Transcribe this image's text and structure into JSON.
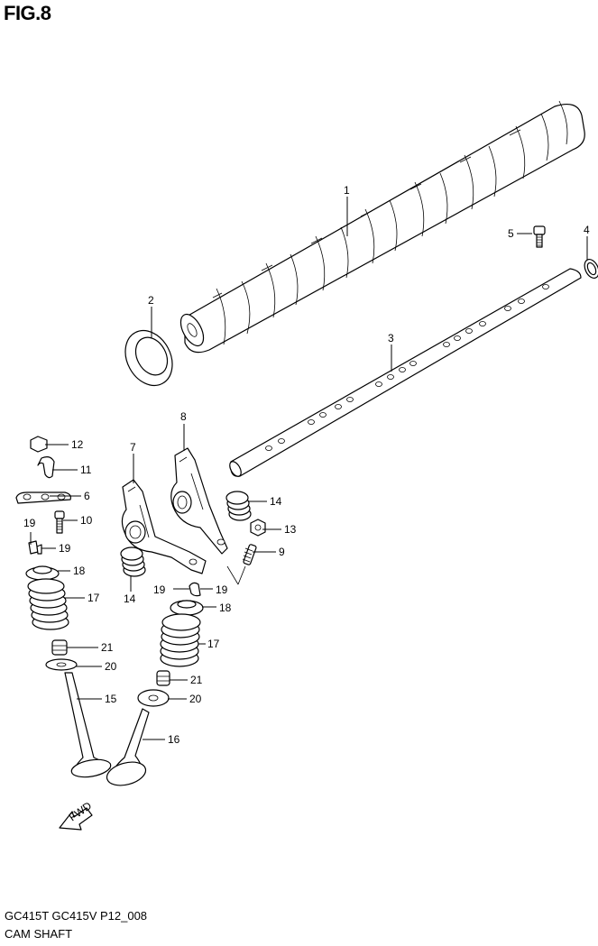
{
  "figure": {
    "title": "FIG.8",
    "model_line": "GC415T GC415V P12_008",
    "section_name": "CAM SHAFT",
    "fwd_label": "FWD"
  },
  "callouts": {
    "c1": "1",
    "c2": "2",
    "c3": "3",
    "c4": "4",
    "c5": "5",
    "c6": "6",
    "c7": "7",
    "c8": "8",
    "c9": "9",
    "c10": "10",
    "c11": "11",
    "c12": "12",
    "c13": "13",
    "c14a": "14",
    "c14b": "14",
    "c15": "15",
    "c16": "16",
    "c17a": "17",
    "c17b": "17",
    "c18a": "18",
    "c18b": "18",
    "c19a": "19",
    "c19b": "19",
    "c19c": "19",
    "c19d": "19",
    "c20a": "20",
    "c20b": "20",
    "c21a": "21",
    "c21b": "21"
  }
}
